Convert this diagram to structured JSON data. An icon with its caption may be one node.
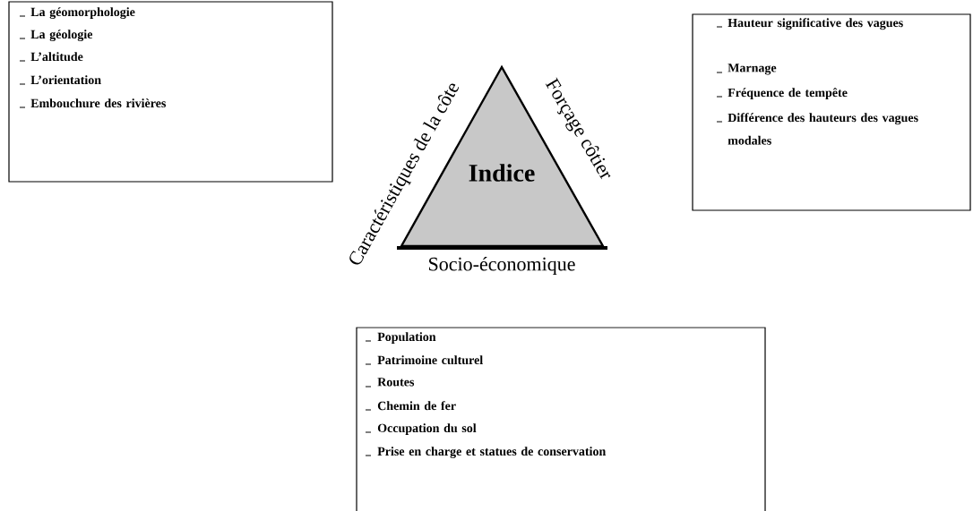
{
  "diagram": {
    "nodes": [
      {
        "text": [
          "La géomorphologie",
          "La géologie",
          "L’altitude",
          "L’orientation",
          "Embouchure des rivières"
        ]
      },
      {
        "text": [
          "Indice"
        ],
        "beside": [
          "Caractéristiques de la côte",
          "Forçage côtier",
          "Socio-économique"
        ]
      },
      {
        "text": [
          "Hauteur significative des vagues",
          "Marnage",
          "Fréquence de tempête",
          "Différence des hauteurs des vagues modales"
        ]
      },
      {
        "text": [
          "Population",
          "Patrimoine culturel",
          "Routes",
          "Chemin de fer",
          "Occupation du sol",
          "Prise en charge et statues de conservation"
        ]
      }
    ],
    "edges": []
  }
}
